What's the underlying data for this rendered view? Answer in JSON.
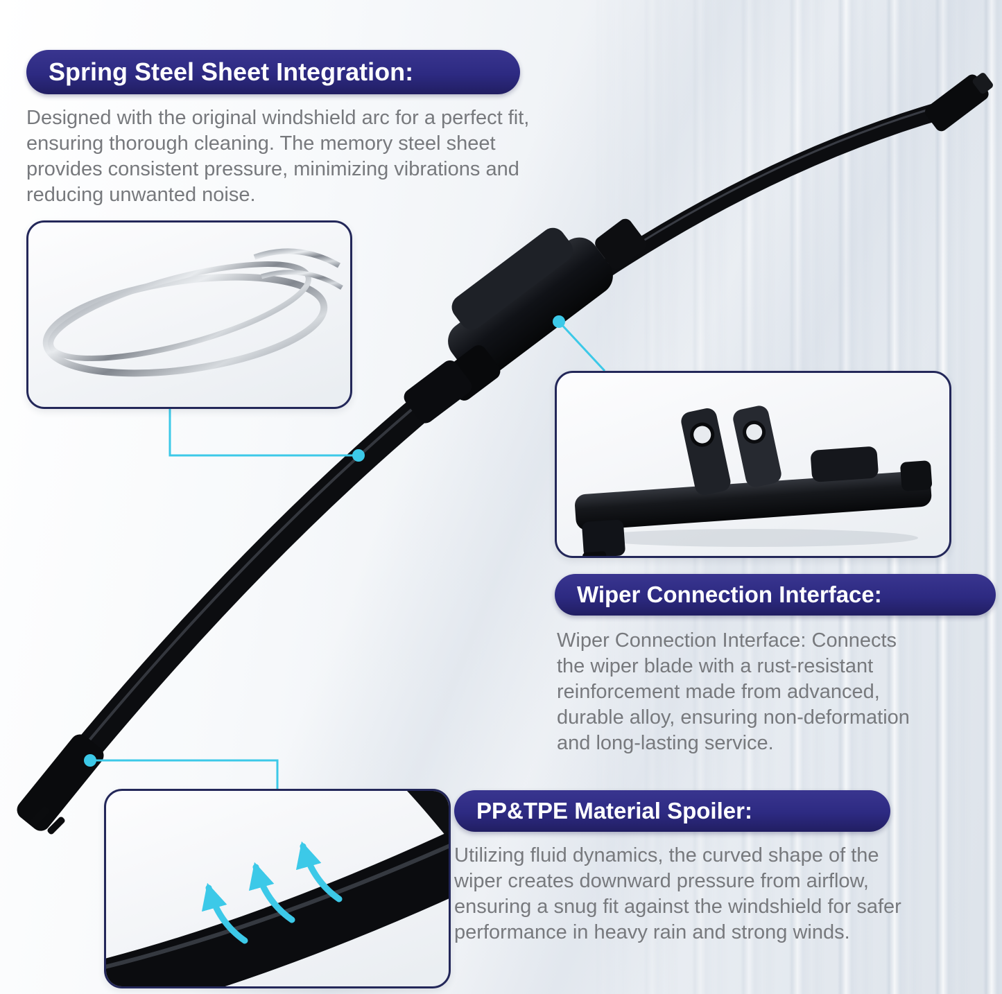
{
  "colors": {
    "banner_navy": "#2d2a82",
    "accent_cyan": "#3cc9e8",
    "body_text": "#77797d",
    "box_border": "#232759"
  },
  "sections": {
    "spring_steel": {
      "title": "Spring Steel Sheet Integration:",
      "body": "Designed with the original windshield arc for a perfect fit,\nensuring thorough cleaning. The memory steel sheet\nprovides consistent pressure, minimizing vibrations and\nreducing unwanted noise."
    },
    "connection": {
      "title": "Wiper Connection Interface:",
      "body": "Wiper Connection Interface: Connects\nthe wiper blade with a rust-resistant\nreinforcement made from advanced,\ndurable alloy, ensuring non-deformation\nand long-lasting service."
    },
    "spoiler": {
      "title": "PP&TPE Material Spoiler:",
      "body": "Utilizing fluid dynamics, the curved shape of the\nwiper creates downward pressure from airflow,\nensuring a snug fit against the windshield for safer\nperformance in heavy rain and strong winds."
    }
  },
  "figures": {
    "blade_photo": "wiper-blade",
    "steel_sheet_photo": "spring-steel-sheets",
    "connection_photo": "wiper-connector-closeup",
    "spoiler_photo": "spoiler-airflow-closeup"
  }
}
